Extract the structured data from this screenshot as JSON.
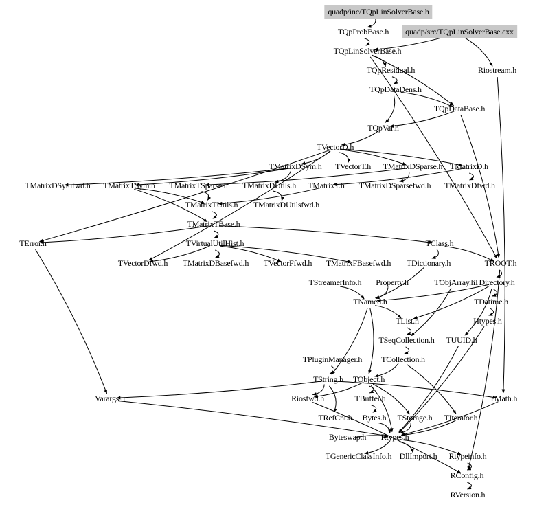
{
  "graph": {
    "type": "include-dependency-graph",
    "roots": [
      "quadp/inc/TQpLinSolverBase.h",
      "quadp/src/TQpLinSolverBase.cxx"
    ],
    "highlight_color": "#c8c8c8",
    "nodes": [
      {
        "id": "inc",
        "label": "quadp/inc/TQpLinSolverBase.h",
        "root": true
      },
      {
        "id": "cxx",
        "label": "quadp/src/TQpLinSolverBase.cxx",
        "root": true
      },
      {
        "id": "probbase",
        "label": "TQpProbBase.h"
      },
      {
        "id": "linsolver",
        "label": "TQpLinSolverBase.h"
      },
      {
        "id": "riostream",
        "label": "Riostream.h"
      },
      {
        "id": "residual",
        "label": "TQpResidual.h"
      },
      {
        "id": "datadens",
        "label": "TQpDataDens.h"
      },
      {
        "id": "database",
        "label": "TQpDataBase.h"
      },
      {
        "id": "qpvar",
        "label": "TQpVar.h"
      },
      {
        "id": "vectord",
        "label": "TVectorD.h"
      },
      {
        "id": "mdsym",
        "label": "TMatrixDSym.h"
      },
      {
        "id": "vectort",
        "label": "TVectorT.h"
      },
      {
        "id": "mdsparse",
        "label": "TMatrixDSparse.h"
      },
      {
        "id": "md",
        "label": "TMatrixD.h"
      },
      {
        "id": "mdsymfwd",
        "label": "TMatrixDSymfwd.h"
      },
      {
        "id": "mtsym",
        "label": "TMatrixTSym.h"
      },
      {
        "id": "mtsparse",
        "label": "TMatrixTSparse.h"
      },
      {
        "id": "mdutils",
        "label": "TMatrixDUtils.h"
      },
      {
        "id": "mt",
        "label": "TMatrixT.h"
      },
      {
        "id": "mdsparsefwd",
        "label": "TMatrixDSparsefwd.h"
      },
      {
        "id": "mdfwd",
        "label": "TMatrixDfwd.h"
      },
      {
        "id": "mtutils",
        "label": "TMatrixTUtils.h"
      },
      {
        "id": "mdutilsfwd",
        "label": "TMatrixDUtilsfwd.h"
      },
      {
        "id": "mtbase",
        "label": "TMatrixTBase.h"
      },
      {
        "id": "terror",
        "label": "TError.h"
      },
      {
        "id": "vuh",
        "label": "TVirtualUtilHist.h"
      },
      {
        "id": "tclass",
        "label": "TClass.h"
      },
      {
        "id": "vdfwd",
        "label": "TVectorDfwd.h"
      },
      {
        "id": "mdbasefwd",
        "label": "TMatrixDBasefwd.h"
      },
      {
        "id": "vffwd",
        "label": "TVectorFfwd.h"
      },
      {
        "id": "mfbasefwd",
        "label": "TMatrixFBasefwd.h"
      },
      {
        "id": "tdict",
        "label": "TDictionary.h"
      },
      {
        "id": "troot",
        "label": "TROOT.h"
      },
      {
        "id": "tsinfo",
        "label": "TStreamerInfo.h"
      },
      {
        "id": "property",
        "label": "Property.h"
      },
      {
        "id": "tobjarray",
        "label": "TObjArray.h"
      },
      {
        "id": "tdir",
        "label": "TDirectory.h"
      },
      {
        "id": "tnamed",
        "label": "TNamed.h"
      },
      {
        "id": "tdatime",
        "label": "TDatime.h"
      },
      {
        "id": "tlist",
        "label": "TList.h"
      },
      {
        "id": "htypes",
        "label": "Htypes.h"
      },
      {
        "id": "tseqcoll",
        "label": "TSeqCollection.h"
      },
      {
        "id": "tuuid",
        "label": "TUUID.h"
      },
      {
        "id": "tplugin",
        "label": "TPluginManager.h"
      },
      {
        "id": "tcoll",
        "label": "TCollection.h"
      },
      {
        "id": "tstring",
        "label": "TString.h"
      },
      {
        "id": "tobject",
        "label": "TObject.h"
      },
      {
        "id": "varargs",
        "label": "Varargs.h"
      },
      {
        "id": "riosfwd",
        "label": "Riosfwd.h"
      },
      {
        "id": "tbuffer",
        "label": "TBuffer.h"
      },
      {
        "id": "tmath",
        "label": "TMath.h"
      },
      {
        "id": "trefcnt",
        "label": "TRefCnt.h"
      },
      {
        "id": "bytes",
        "label": "Bytes.h"
      },
      {
        "id": "tstorage",
        "label": "TStorage.h"
      },
      {
        "id": "titer",
        "label": "TIterator.h"
      },
      {
        "id": "byteswap",
        "label": "Byteswap.h"
      },
      {
        "id": "rtypes",
        "label": "Rtypes.h"
      },
      {
        "id": "tgci",
        "label": "TGenericClassInfo.h"
      },
      {
        "id": "dllimport",
        "label": "DllImport.h"
      },
      {
        "id": "rtypeinfo",
        "label": "Rtypeinfo.h"
      },
      {
        "id": "rconfig",
        "label": "RConfig.h"
      },
      {
        "id": "rversion",
        "label": "RVersion.h"
      }
    ],
    "edges": [
      [
        "inc",
        "probbase"
      ],
      [
        "cxx",
        "linsolver"
      ],
      [
        "probbase",
        "linsolver"
      ],
      [
        "linsolver",
        "residual"
      ],
      [
        "cxx",
        "riostream"
      ],
      [
        "residual",
        "datadens"
      ],
      [
        "linsolver",
        "database"
      ],
      [
        "datadens",
        "database"
      ],
      [
        "datadens",
        "qpvar"
      ],
      [
        "database",
        "qpvar"
      ],
      [
        "qpvar",
        "vectord"
      ],
      [
        "vectord",
        "mdsym"
      ],
      [
        "vectord",
        "vectort"
      ],
      [
        "vectord",
        "mdsparse"
      ],
      [
        "vectord",
        "md"
      ],
      [
        "mdsym",
        "mdsymfwd"
      ],
      [
        "mdsym",
        "mtsym"
      ],
      [
        "mdsparse",
        "mtsparse"
      ],
      [
        "mdsym",
        "mdutils"
      ],
      [
        "md",
        "mt"
      ],
      [
        "mdsparse",
        "mdsparsefwd"
      ],
      [
        "md",
        "mdfwd"
      ],
      [
        "mtsym",
        "mtutils"
      ],
      [
        "mtsparse",
        "mtutils"
      ],
      [
        "mt",
        "mtutils"
      ],
      [
        "mdutils",
        "mdutilsfwd"
      ],
      [
        "mtutils",
        "mtbase"
      ],
      [
        "mtsym",
        "mtbase"
      ],
      [
        "mtbase",
        "terror"
      ],
      [
        "mtbase",
        "vuh"
      ],
      [
        "mtbase",
        "tclass"
      ],
      [
        "vuh",
        "vdfwd"
      ],
      [
        "vuh",
        "mdbasefwd"
      ],
      [
        "vuh",
        "vffwd"
      ],
      [
        "vuh",
        "mfbasefwd"
      ],
      [
        "tclass",
        "tdict"
      ],
      [
        "tclass",
        "troot"
      ],
      [
        "vectord",
        "terror"
      ],
      [
        "vectord",
        "vdfwd"
      ],
      [
        "database",
        "troot"
      ],
      [
        "linsolver",
        "troot"
      ],
      [
        "riostream",
        "tmath"
      ],
      [
        "tdict",
        "tnamed"
      ],
      [
        "tsinfo",
        "tnamed"
      ],
      [
        "property",
        "tnamed"
      ],
      [
        "troot",
        "tdir"
      ],
      [
        "tdir",
        "tnamed"
      ],
      [
        "tdir",
        "tdatime"
      ],
      [
        "tdir",
        "tlist"
      ],
      [
        "tdir",
        "tuuid"
      ],
      [
        "tnamed",
        "tlist"
      ],
      [
        "tobjarray",
        "tseqcoll"
      ],
      [
        "tlist",
        "tseqcoll"
      ],
      [
        "tdatime",
        "htypes"
      ],
      [
        "tseqcoll",
        "tcoll"
      ],
      [
        "tcoll",
        "tobject"
      ],
      [
        "tcoll",
        "titer"
      ],
      [
        "tnamed",
        "tstring"
      ],
      [
        "tplugin",
        "tstring"
      ],
      [
        "tnamed",
        "tobject"
      ],
      [
        "tstring",
        "varargs"
      ],
      [
        "tstring",
        "riosfwd"
      ],
      [
        "tstring",
        "trefcnt"
      ],
      [
        "tstring",
        "tmath"
      ],
      [
        "tobject",
        "tbuffer"
      ],
      [
        "tobject",
        "tstorage"
      ],
      [
        "tobject",
        "riosfwd"
      ],
      [
        "tobject",
        "rtypes"
      ],
      [
        "tbuffer",
        "bytes"
      ],
      [
        "terror",
        "varargs"
      ],
      [
        "bytes",
        "rtypes"
      ],
      [
        "tstorage",
        "rtypes"
      ],
      [
        "titer",
        "rtypes"
      ],
      [
        "tmath",
        "rtypes"
      ],
      [
        "varargs",
        "rtypes"
      ],
      [
        "byteswap",
        "rtypes"
      ],
      [
        "rtypes",
        "tgci"
      ],
      [
        "rtypes",
        "dllimport"
      ],
      [
        "rtypes",
        "rtypeinfo"
      ],
      [
        "rtypeinfo",
        "rconfig"
      ],
      [
        "riosfwd",
        "rconfig"
      ],
      [
        "rconfig",
        "rversion"
      ],
      [
        "troot",
        "rconfig"
      ],
      [
        "htypes",
        "rtypes"
      ],
      [
        "tuuid",
        "rtypes"
      ]
    ]
  }
}
